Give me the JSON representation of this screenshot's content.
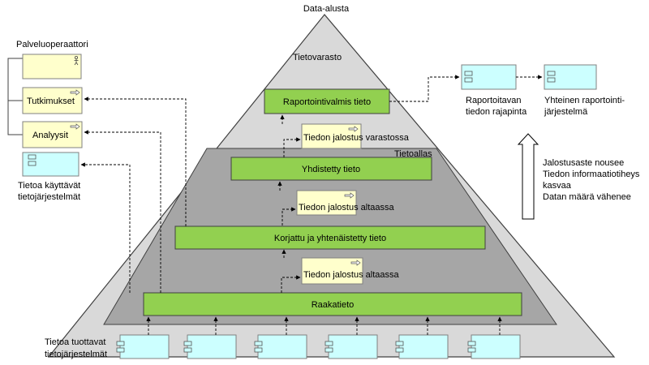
{
  "title": "Data-alusta",
  "zones": {
    "warehouse": "Tietovarasto",
    "lake": "Tietoallas"
  },
  "layers": {
    "reporting": "Raportointivalmis tieto",
    "combined": "Yhdistetty tieto",
    "corrected": "Korjattu ja yhtenäistetty tieto",
    "raw": "Raakatieto"
  },
  "refining": {
    "warehouse": "Tiedon jalostus varastossa",
    "lake_upper": "Tiedon jalostus altaassa",
    "lake_lower": "Tiedon jalostus altaassa"
  },
  "left": {
    "operator": "Palveluoperaattori",
    "research": "Tutkimukset",
    "analyses": "Analyysit",
    "consumer_systems": [
      "Tietoa käyttävät",
      "tietojärjestelmät"
    ]
  },
  "right": {
    "interface": [
      "Raportoitavan",
      "tiedon rajapinta"
    ],
    "reporting_system": [
      "Yhteinen raportointi-",
      "järjestelmä"
    ],
    "notes": [
      "Jalostusaste nousee",
      "Tiedon informaatiotiheys",
      "kasvaa",
      "Datan määrä vähenee"
    ]
  },
  "bottom": {
    "producer_label": [
      "Tietoa tuottavat",
      "tietojärjestelmät"
    ]
  },
  "colors": {
    "outer_triangle": "#d9d9d9",
    "inner_trapezoid": "#a6a6a6",
    "layer_green": "#92d050",
    "process_yellow": "#ffffcc",
    "system_cyan": "#ccffff"
  }
}
